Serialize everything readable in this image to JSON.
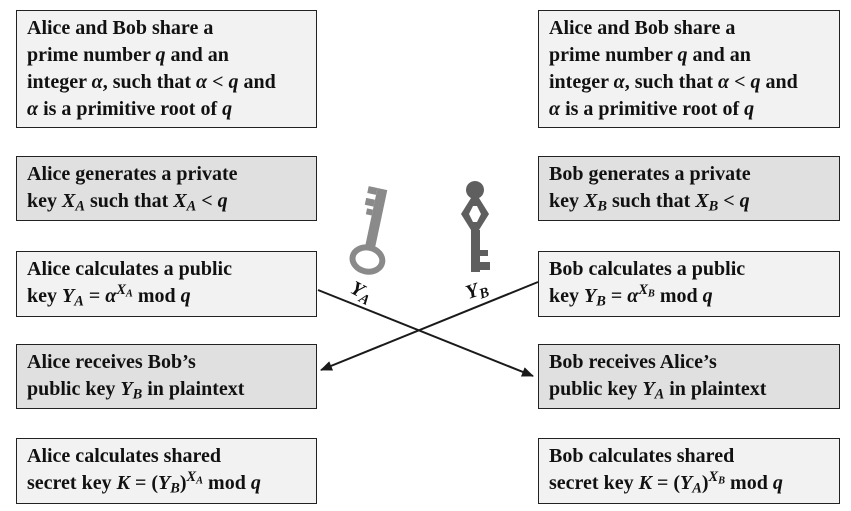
{
  "alice": {
    "shared": {
      "l1": "Alice and Bob share a",
      "l2a": "prime number ",
      "l2q": "q",
      "l2b": " and an",
      "l3a": "integer ",
      "l3alpha": "α",
      "l3b": ", such that ",
      "l3alpha2": "α",
      "l3lt": " < ",
      "l3q": "q",
      "l3c": " and",
      "l4alpha": "α",
      "l4a": " is a primitive root of ",
      "l4q": "q"
    },
    "private": {
      "l1": "Alice generates a private",
      "l2a": "key ",
      "x1": "X",
      "s1": "A",
      "l2b": " such that ",
      "x2": "X",
      "s2": "A",
      "l2c": " < ",
      "q": "q"
    },
    "public": {
      "l1": "Alice calculates a public",
      "l2a": "key ",
      "y": "Y",
      "ys": "A",
      "eq": " = ",
      "alpha": "α",
      "expX": "X",
      "expS": "A",
      "mod": " mod ",
      "q": "q"
    },
    "receive": {
      "l1": "Alice receives Bob’s",
      "l2a": "public key ",
      "y": "Y",
      "ys": "B",
      "l2b": " in plaintext"
    },
    "secret": {
      "l1": "Alice calculates shared",
      "l2a": "secret key ",
      "k": "K",
      "eq": " = (",
      "y": "Y",
      "ys": "B",
      "cp": ")",
      "expX": "X",
      "expS": "A",
      "mod": " mod ",
      "q": "q"
    }
  },
  "bob": {
    "shared": {
      "l1": "Alice and Bob share a",
      "l2a": "prime number ",
      "l2q": "q",
      "l2b": " and an",
      "l3a": "integer ",
      "l3alpha": "α",
      "l3b": ", such that ",
      "l3alpha2": "α",
      "l3lt": " < ",
      "l3q": "q",
      "l3c": " and",
      "l4alpha": "α",
      "l4a": " is a primitive root of ",
      "l4q": "q"
    },
    "private": {
      "l1": "Bob generates a private",
      "l2a": "key ",
      "x1": "X",
      "s1": "B",
      "l2b": " such that ",
      "x2": "X",
      "s2": "B",
      "l2c": " < ",
      "q": "q"
    },
    "public": {
      "l1": "Bob calculates a public",
      "l2a": "key ",
      "y": "Y",
      "ys": "B",
      "eq": " = ",
      "alpha": "α",
      "expX": "X",
      "expS": "B",
      "mod": " mod ",
      "q": "q"
    },
    "receive": {
      "l1": "Bob receives Alice’s",
      "l2a": "public key ",
      "y": "Y",
      "ys": "A",
      "l2b": " in plaintext"
    },
    "secret": {
      "l1": "Bob calculates shared",
      "l2a": "secret key ",
      "k": "K",
      "eq": " = (",
      "y": "Y",
      "ys": "A",
      "cp": ")",
      "expX": "X",
      "expS": "B",
      "mod": " mod ",
      "q": "q"
    }
  },
  "keys": {
    "left_label_letter": "Y",
    "left_label_sub": "A",
    "right_label_letter": "Y",
    "right_label_sub": "B",
    "left_icon": "key-icon",
    "right_icon": "key-icon"
  },
  "colors": {
    "key_light": "#8a8a8a",
    "key_dark": "#5f5f5f",
    "box_light": "#f2f2f2",
    "box_shaded": "#e0e0e0",
    "arrow": "#1a1a1a"
  }
}
